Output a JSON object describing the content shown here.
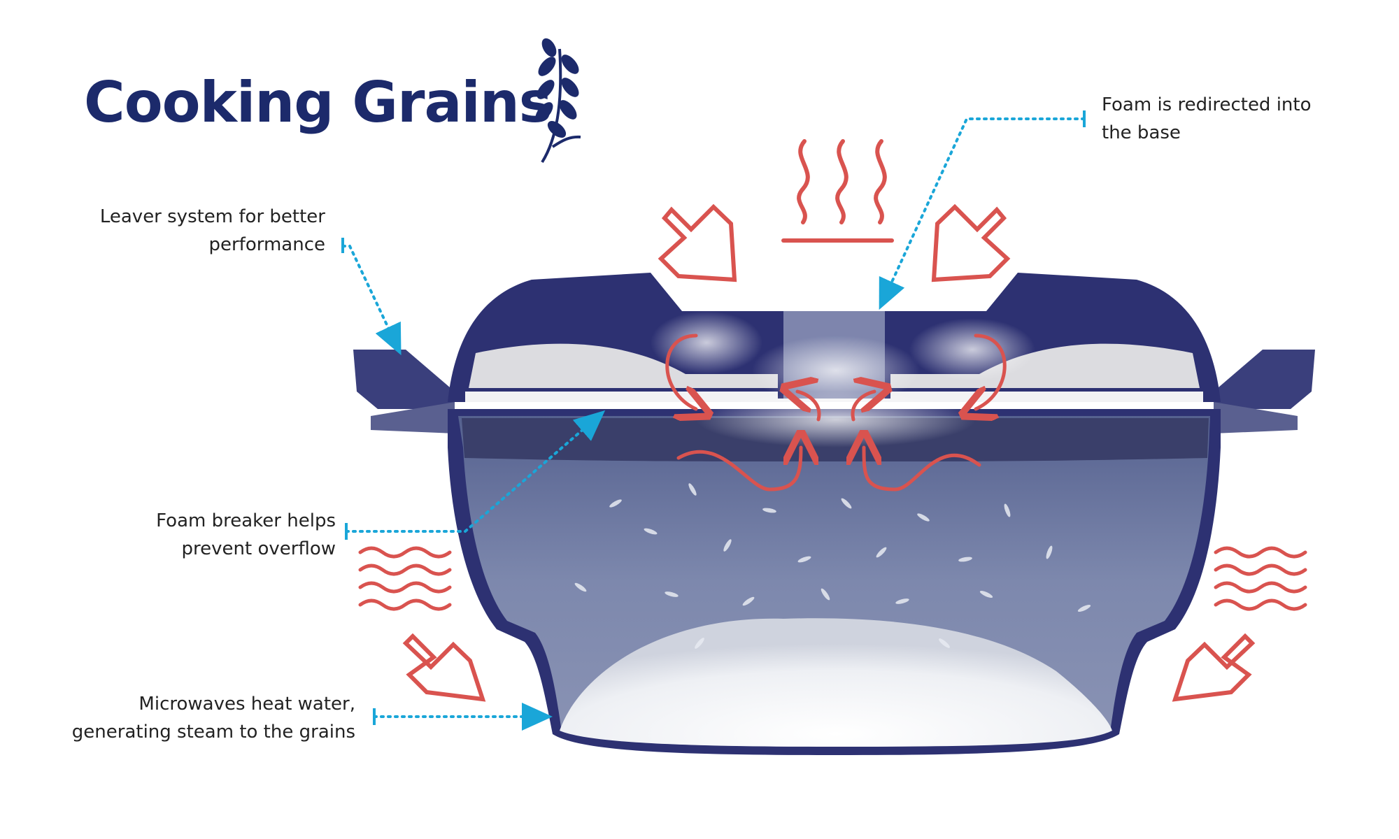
{
  "title": "Cooking Grains",
  "colors": {
    "title": "#1c2a6b",
    "container": "#2d3172",
    "water": "#6e7aa3",
    "heat_arrows": "#d9534f",
    "callout_lines": "#1aa6d8"
  },
  "icons": [
    "wheat-icon",
    "steam-icon",
    "heat-wave-icon",
    "arrow-icon"
  ],
  "labels": {
    "leaver": [
      "Leaver system for better",
      "performance"
    ],
    "foam_breaker": [
      "Foam breaker helps",
      "prevent overflow"
    ],
    "microwaves": [
      "Microwaves heat water,",
      "generating steam to the grains"
    ],
    "foam_redirect": [
      "Foam is redirected into",
      "the base"
    ]
  }
}
